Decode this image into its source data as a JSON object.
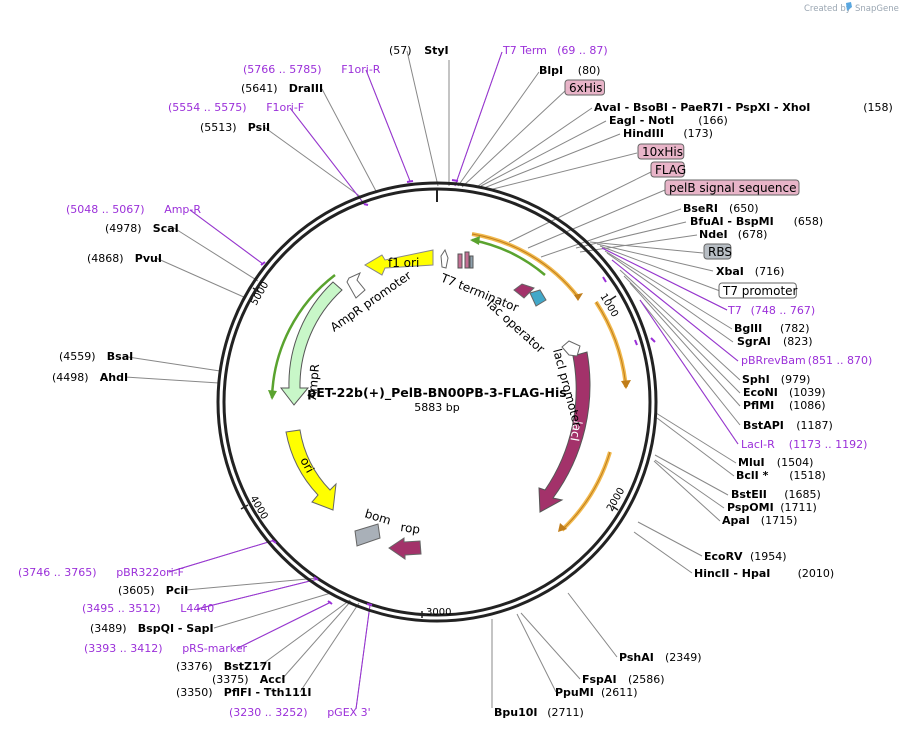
{
  "header": {
    "credit": "Created by",
    "brand": "SnapGene"
  },
  "plasmid": {
    "name": "pET-22b(+)_PelB-BN00PB-3-FLAG-His",
    "length": "5883 bp"
  },
  "ticks": [
    "1000",
    "2000",
    "3000",
    "4000",
    "5000"
  ],
  "colors": {
    "primer": "#9b30d9",
    "orf": "#a3326a",
    "ori": "#ffff00",
    "promoter": "#ffffff",
    "amp": "#c8f7c8",
    "lacarc": "#f1b94e",
    "t7arc": "#5aa32f"
  },
  "features": {
    "f1ori": "f1 ori",
    "amppromoter": "AmpR promoter",
    "ampr": "AmpR",
    "ori": "ori",
    "bom": "bom",
    "rop": "rop",
    "laci": "lacI",
    "lacipromoter": "lacI promoter",
    "lacoperator": "lac operator",
    "t7terminator": "T7 terminator"
  },
  "labels": [
    {
      "pos": "(57)",
      "name": "StyI",
      "kind": "enzyme"
    },
    {
      "pos": "(69 .. 87)",
      "name": "T7 Term",
      "kind": "primer"
    },
    {
      "pos": "(80)",
      "name": "BlpI",
      "kind": "enzyme"
    },
    {
      "name": "6xHis",
      "kind": "feature"
    },
    {
      "pos": "(158)",
      "name": "AvaI - BsoBI - PaeR7I - PspXI - XhoI",
      "kind": "enzyme"
    },
    {
      "pos": "(166)",
      "name": "EagI - NotI",
      "kind": "enzyme"
    },
    {
      "pos": "(173)",
      "name": "HindIII",
      "kind": "enzyme"
    },
    {
      "name": "10xHis",
      "kind": "feature"
    },
    {
      "name": "FLAG",
      "kind": "feature"
    },
    {
      "name": "pelB signal sequence",
      "kind": "feature"
    },
    {
      "pos": "(650)",
      "name": "BseRI",
      "kind": "enzyme"
    },
    {
      "pos": "(658)",
      "name": "BfuAI - BspMI",
      "kind": "enzyme"
    },
    {
      "pos": "(678)",
      "name": "NdeI",
      "kind": "enzyme"
    },
    {
      "name": "RBS",
      "kind": "gfeature"
    },
    {
      "pos": "(716)",
      "name": "XbaI",
      "kind": "enzyme"
    },
    {
      "name": "T7 promoter",
      "kind": "wfeature"
    },
    {
      "pos": "(748 .. 767)",
      "name": "T7",
      "kind": "primer"
    },
    {
      "pos": "(782)",
      "name": "BglII",
      "kind": "enzyme"
    },
    {
      "pos": "(823)",
      "name": "SgrAI",
      "kind": "enzyme"
    },
    {
      "pos": "(851 .. 870)",
      "name": "pBRrevBam",
      "kind": "primer"
    },
    {
      "pos": "(979)",
      "name": "SphI",
      "kind": "enzyme"
    },
    {
      "pos": "(1039)",
      "name": "EcoNI",
      "kind": "enzyme"
    },
    {
      "pos": "(1086)",
      "name": "PflMI",
      "kind": "enzyme"
    },
    {
      "pos": "(1187)",
      "name": "BstAPI",
      "kind": "enzyme"
    },
    {
      "pos": "(1173 .. 1192)",
      "name": "LacI-R",
      "kind": "primer"
    },
    {
      "pos": "(1504)",
      "name": "MluI",
      "kind": "enzyme"
    },
    {
      "pos": "(1518)",
      "name": "BclI *",
      "kind": "enzyme"
    },
    {
      "pos": "(1685)",
      "name": "BstEII",
      "kind": "enzyme"
    },
    {
      "pos": "(1711)",
      "name": "PspOMI",
      "kind": "enzyme"
    },
    {
      "pos": "(1715)",
      "name": "ApaI",
      "kind": "enzyme"
    },
    {
      "pos": "(1954)",
      "name": "EcoRV",
      "kind": "enzyme"
    },
    {
      "pos": "(2010)",
      "name": "HincII - HpaI",
      "kind": "enzyme"
    },
    {
      "pos": "(2349)",
      "name": "PshAI",
      "kind": "enzyme"
    },
    {
      "pos": "(2586)",
      "name": "FspAI",
      "kind": "enzyme"
    },
    {
      "pos": "(2611)",
      "name": "PpuMI",
      "kind": "enzyme"
    },
    {
      "pos": "(2711)",
      "name": "Bpu10I",
      "kind": "enzyme"
    },
    {
      "pos": "(3230 .. 3252)",
      "name": "pGEX 3'",
      "kind": "primer"
    },
    {
      "pos": "(3350)",
      "name": "PflFI - Tth111I",
      "kind": "enzyme"
    },
    {
      "pos": "(3375)",
      "name": "AccI",
      "kind": "enzyme"
    },
    {
      "pos": "(3376)",
      "name": "BstZ17I",
      "kind": "enzyme"
    },
    {
      "pos": "(3393 .. 3412)",
      "name": "pRS-marker",
      "kind": "primer"
    },
    {
      "pos": "(3489)",
      "name": "BspQI - SapI",
      "kind": "enzyme"
    },
    {
      "pos": "(3495 .. 3512)",
      "name": "L4440",
      "kind": "primer"
    },
    {
      "pos": "(3605)",
      "name": "PciI",
      "kind": "enzyme"
    },
    {
      "pos": "(3746 .. 3765)",
      "name": "pBR322ori-F",
      "kind": "primer"
    },
    {
      "pos": "(4498)",
      "name": "AhdI",
      "kind": "enzyme"
    },
    {
      "pos": "(4559)",
      "name": "BsaI",
      "kind": "enzyme"
    },
    {
      "pos": "(4868)",
      "name": "PvuI",
      "kind": "enzyme"
    },
    {
      "pos": "(4978)",
      "name": "ScaI",
      "kind": "enzyme"
    },
    {
      "pos": "(5048 .. 5067)",
      "name": "Amp-R",
      "kind": "primer"
    },
    {
      "pos": "(5513)",
      "name": "PsiI",
      "kind": "enzyme"
    },
    {
      "pos": "(5554 .. 5575)",
      "name": "F1ori-F",
      "kind": "primer"
    },
    {
      "pos": "(5641)",
      "name": "DraIII",
      "kind": "enzyme"
    },
    {
      "pos": "(5766 .. 5785)",
      "name": "F1ori-R",
      "kind": "primer"
    }
  ]
}
